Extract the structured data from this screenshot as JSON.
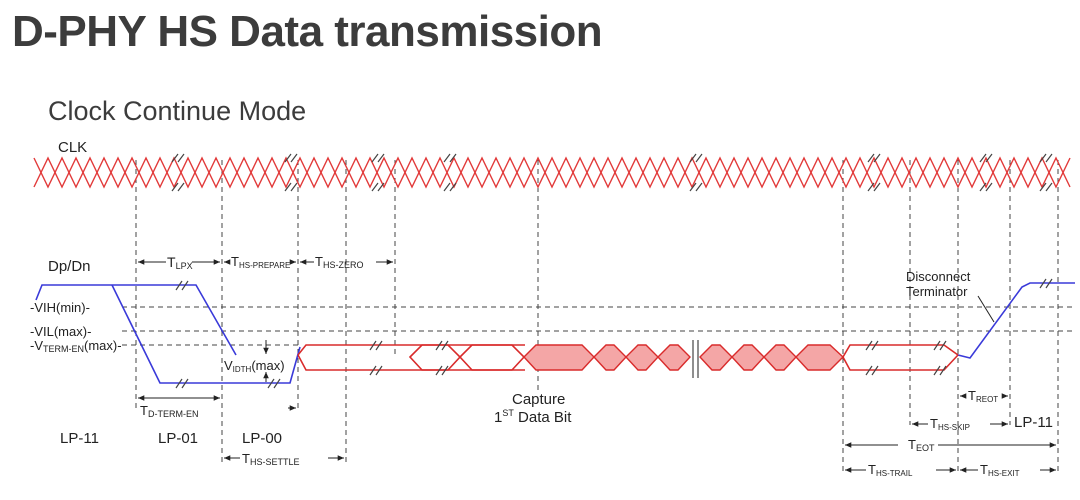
{
  "title": "D-PHY HS Data transmission",
  "subtitle": "Clock Continue Mode",
  "colors": {
    "clock": "#e23a3a",
    "hs_data": "#d92b2b",
    "hs_fill": "#f4a6a6",
    "lp": "#3a3ad9",
    "grid": "#444444"
  },
  "signals": {
    "clk": "CLK",
    "data": "Dp/Dn"
  },
  "levels": {
    "vih": "VIH(min)",
    "vil": "VIL(max)",
    "vterm_v": "V",
    "vterm_sub": "TERM-EN",
    "vterm_tail": "(max)"
  },
  "timing": {
    "tlpx": {
      "main": "T",
      "sub": "LPX"
    },
    "ths_prepare": {
      "main": "T",
      "sub": "HS-PREPARE"
    },
    "ths_zero": {
      "main": "T",
      "sub": "HS-ZERO"
    },
    "vidth": {
      "main": "V",
      "sub": "IDTH",
      "tail": "(max)"
    },
    "td_term_en": {
      "main": "T",
      "sub": "D-TERM-EN"
    },
    "ths_settle": {
      "main": "T",
      "sub": "HS-SETTLE"
    },
    "treot": {
      "main": "T",
      "sub": "REOT"
    },
    "ths_skip": {
      "main": "T",
      "sub": "HS-SKIP"
    },
    "teot": {
      "main": "T",
      "sub": "EOT"
    },
    "ths_trail": {
      "main": "T",
      "sub": "HS-TRAIL"
    },
    "ths_exit": {
      "main": "T",
      "sub": "HS-EXIT"
    }
  },
  "states": {
    "lp11_start": "LP-11",
    "lp01": "LP-01",
    "lp00": "LP-00",
    "lp11_end": "LP-11"
  },
  "annotations": {
    "capture_line1": "Capture",
    "capture_pre": "1",
    "capture_sup": "ST",
    "capture_post": " Data Bit",
    "disconnect_line1": "Disconnect",
    "disconnect_line2": "Terminator"
  }
}
